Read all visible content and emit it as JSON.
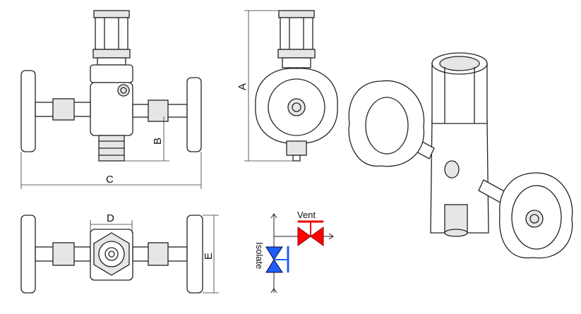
{
  "dimensions": {
    "a": "A",
    "b": "B",
    "c": "C",
    "d": "D",
    "e": "E"
  },
  "schematic": {
    "vent_label": "Vent",
    "isolate_label": "Isolate",
    "vent_color": "#ff0000",
    "isolate_color": "#1f5fff"
  }
}
